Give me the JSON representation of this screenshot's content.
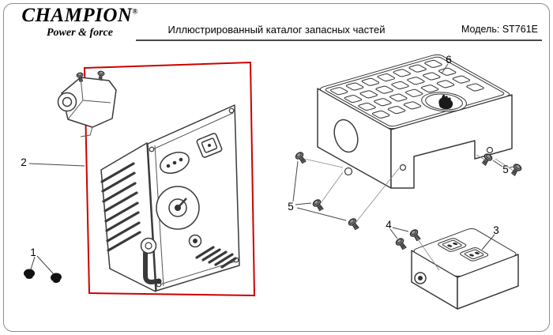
{
  "header": {
    "brand": "CHAMPION",
    "trademark": "®",
    "tagline": "Power & force",
    "title": "Иллюстрированный каталог запасных частей",
    "model": "Модель: ST761E"
  },
  "diagram": {
    "colors": {
      "highlight_box": "#cc0000",
      "line_art": "#3a3a3a"
    },
    "callouts": [
      {
        "id": "part-1",
        "label": "1"
      },
      {
        "id": "part-2",
        "label": "2"
      },
      {
        "id": "part-3",
        "label": "3"
      },
      {
        "id": "part-4",
        "label": "4"
      },
      {
        "id": "part-5-left",
        "label": "5"
      },
      {
        "id": "part-5-right",
        "label": "5"
      },
      {
        "id": "part-6",
        "label": "6"
      }
    ]
  }
}
